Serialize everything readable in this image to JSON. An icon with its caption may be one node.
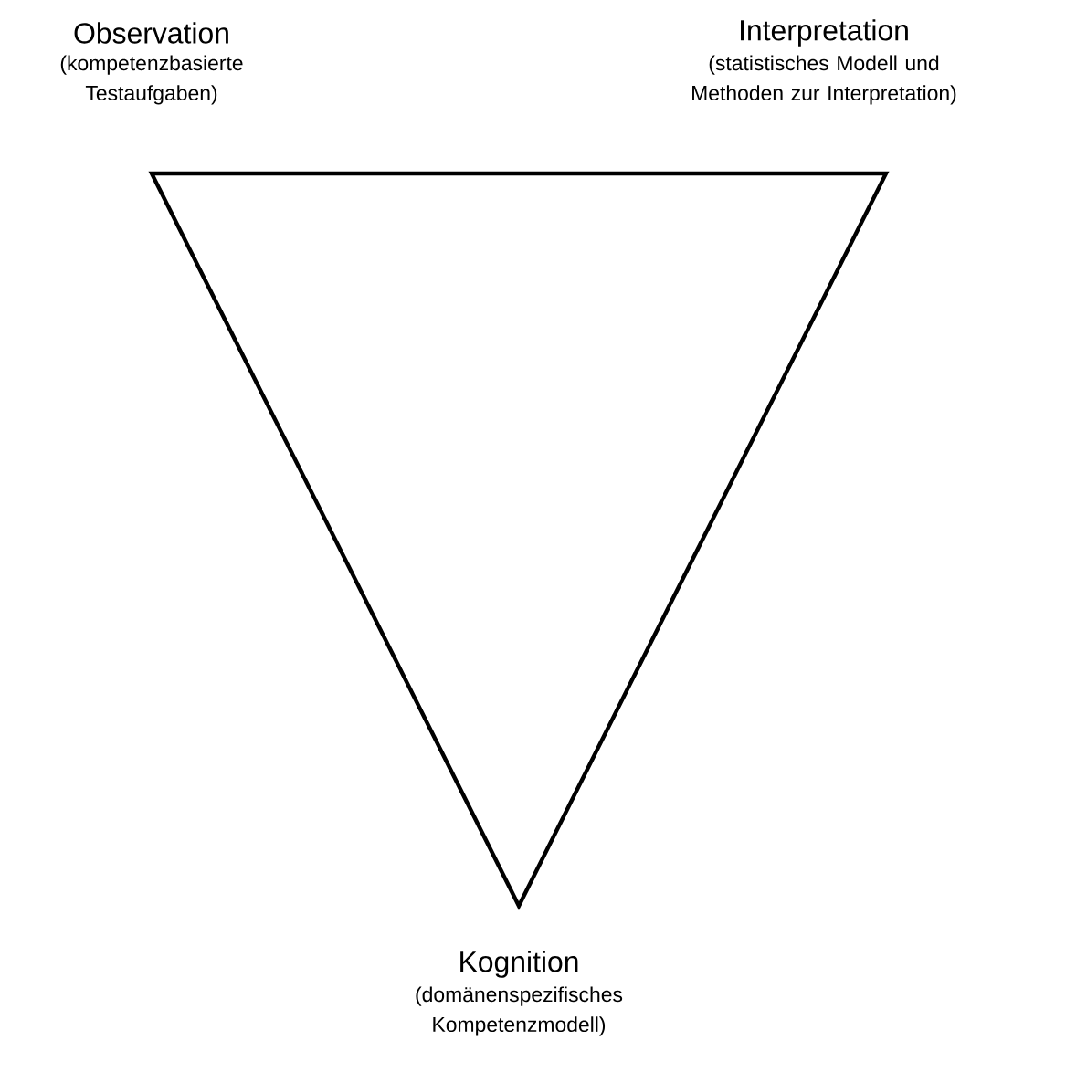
{
  "diagram": {
    "labels": [
      "Observation",
      "(kompetenzbasierte Testaufgaben)",
      "Interpretation",
      "(statistisches Modell und Methoden zur Interpretation)",
      "Kognition",
      "(domänenspezifisches Kompetenzmodell)"
    ]
  }
}
